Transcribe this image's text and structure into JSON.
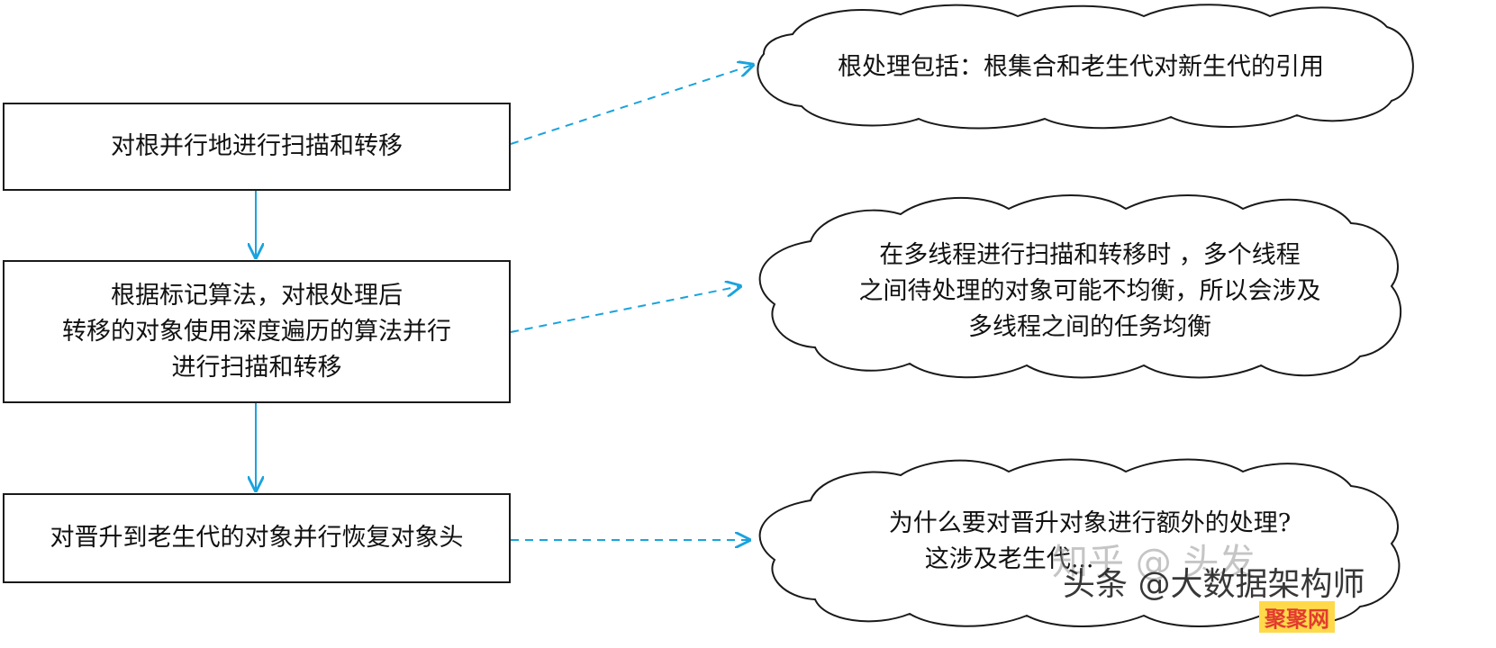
{
  "steps": [
    {
      "lines": [
        "对根并行地进行扫描和转移"
      ]
    },
    {
      "lines": [
        "根据标记算法，对根处理后",
        "转移的对象使用深度遍历的算法并行",
        "进行扫描和转移"
      ]
    },
    {
      "lines": [
        "对晋升到老生代的对象并行恢复对象头"
      ]
    }
  ],
  "notes": [
    {
      "lines": [
        "根处理包括：根集合和老生代对新生代的引用"
      ]
    },
    {
      "lines": [
        "在多线程进行扫描和转移时 ，多个线程",
        "之间待处理的对象可能不均衡，所以会涉及",
        "多线程之间的任务均衡"
      ]
    },
    {
      "lines": [
        "为什么要对晋升对象进行额外的处理?",
        "这涉及老生代..."
      ]
    }
  ],
  "watermarks": {
    "zhihu": "知乎 @ 头发",
    "toutiao": "头条 @大数据架构师",
    "badge": "聚聚网"
  },
  "colors": {
    "arrow": "#1aa3dd",
    "border": "#1a1a1a"
  }
}
